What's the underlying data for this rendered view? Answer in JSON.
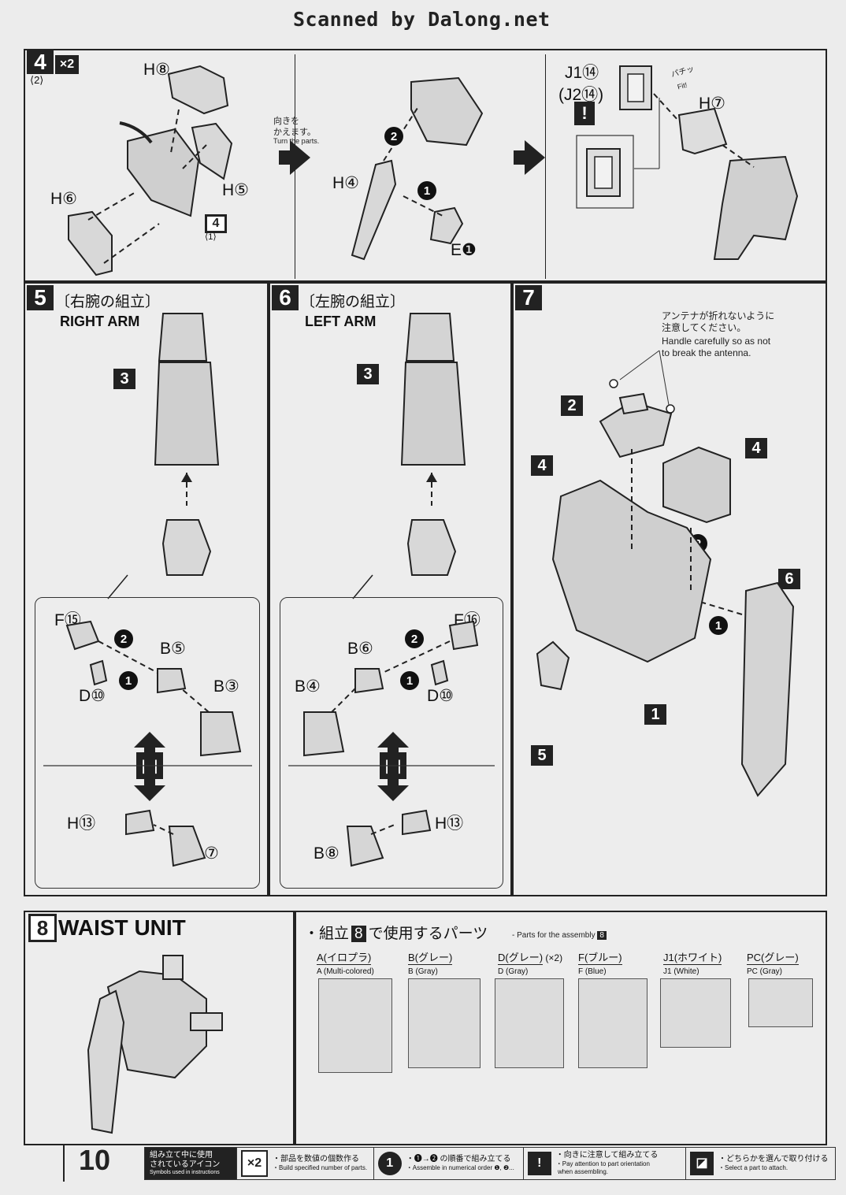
{
  "watermark": "Scanned by Dalong.net",
  "page_number": "10",
  "step4": {
    "number": "4",
    "multiplier": "×2",
    "sub": "⟨2⟩",
    "parts": {
      "h8": "H⑧",
      "h5": "H⑤",
      "h6": "H⑥",
      "h4": "H④",
      "e1": "E❶",
      "j1": "J1⑭",
      "j2": "(J2⑭)",
      "h7": "H⑦"
    },
    "ref": "4",
    "ref_sub": "⟨1⟩",
    "turn_jp": "向きを\nかえます。",
    "turn_en": "Turn the parts.",
    "fit_jp": "パチッ",
    "fit_en": "Fit!"
  },
  "step5": {
    "number": "5",
    "title_jp": "〔右腕の組立〕",
    "title_en": "RIGHT ARM",
    "ref3": "3",
    "parts": {
      "f15": "F⑮",
      "b5": "B⑤",
      "d10": "D⑩",
      "b3": "B③",
      "h13": "H⑬",
      "b7": "B⑦"
    }
  },
  "step6": {
    "number": "6",
    "title_jp": "〔左腕の組立〕",
    "title_en": "LEFT ARM",
    "ref3": "3",
    "parts": {
      "f16": "F⑯",
      "b6": "B⑥",
      "b4": "B④",
      "d10": "D⑩",
      "h13": "H⑬",
      "b8": "B⑧"
    }
  },
  "step7": {
    "number": "7",
    "note_jp": "アンテナが折れないように\n注意してください。",
    "note_en": "Handle carefully so as not\nto break the antenna.",
    "refs": [
      "2",
      "4",
      "4",
      "6",
      "1",
      "5"
    ]
  },
  "step8": {
    "number": "8",
    "title": "WAIST UNIT",
    "parts_header_jp": "・組立",
    "parts_header_num": "8",
    "parts_header_jp2": "で使用するパーツ",
    "parts_header_en": "- Parts for the assembly",
    "runners": [
      {
        "jp": "A(イロプラ)",
        "en": "A (Multi-colored)",
        "mult": ""
      },
      {
        "jp": "B(グレー)",
        "en": "B (Gray)",
        "mult": ""
      },
      {
        "jp": "D(グレー)",
        "en": "D (Gray)",
        "mult": "(×2)"
      },
      {
        "jp": "F(ブルー)",
        "en": "F (Blue)",
        "mult": ""
      },
      {
        "jp": "J1(ホワイト)",
        "en": "J1 (White)",
        "mult": ""
      },
      {
        "jp": "PC(グレー)",
        "en": "PC (Gray)",
        "mult": ""
      }
    ]
  },
  "footer": {
    "legend_jp": "組み立て中に使用\nされているアイコン",
    "legend_en": "Symbols used in instructions",
    "items": [
      {
        "icon": "×2",
        "jp": "・部品を数値の個数作る",
        "en": "・Build specified number of parts."
      },
      {
        "icon": "1",
        "jp": "・❶→❷ の順番で組み立てる",
        "en": "・Assemble in numerical order ❶, ❷..."
      },
      {
        "icon": "!",
        "jp": "・向きに注意して組み立てる",
        "en": "・Pay attention to part orientation\n when assembling."
      },
      {
        "icon": "◪",
        "jp": "・どちらかを選んで取り付ける",
        "en": "・Select a part to attach."
      }
    ]
  },
  "colors": {
    "ink": "#222222",
    "paper": "#ececec"
  }
}
